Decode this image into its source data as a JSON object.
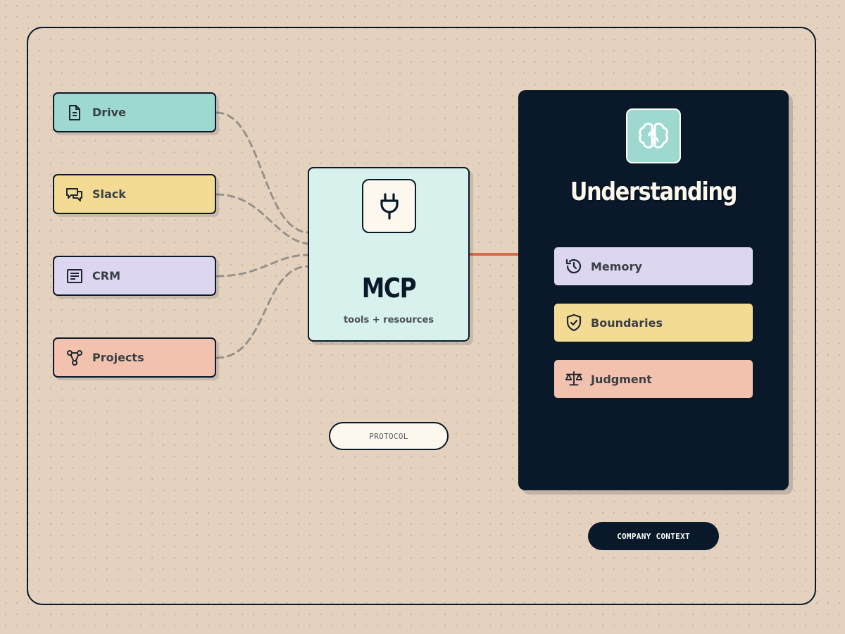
{
  "sources": [
    {
      "label": "Drive",
      "icon": "document-icon",
      "color": "#9ed9d0"
    },
    {
      "label": "Slack",
      "icon": "chat-bubbles-icon",
      "color": "#f3db93"
    },
    {
      "label": "CRM",
      "icon": "list-icon",
      "color": "#dcd6f0"
    },
    {
      "label": "Projects",
      "icon": "project-graph-icon",
      "color": "#f2c2ae"
    }
  ],
  "mcp": {
    "title": "MCP",
    "subtitle": "tools + resources",
    "icon": "plug-icon",
    "color": "#d7f1ec"
  },
  "protocol_label": "PROTOCOL",
  "understanding": {
    "title": "Understanding",
    "icon": "brain-icon",
    "color": "#0a1929",
    "items": [
      {
        "label": "Memory",
        "icon": "history-icon",
        "color": "#dcd6f0"
      },
      {
        "label": "Boundaries",
        "icon": "shield-check-icon",
        "color": "#f3db93"
      },
      {
        "label": "Judgment",
        "icon": "scales-icon",
        "color": "#f2c2ae"
      }
    ]
  },
  "company_context_label": "COMPANY CONTEXT",
  "connector_color": "#d86a4a"
}
